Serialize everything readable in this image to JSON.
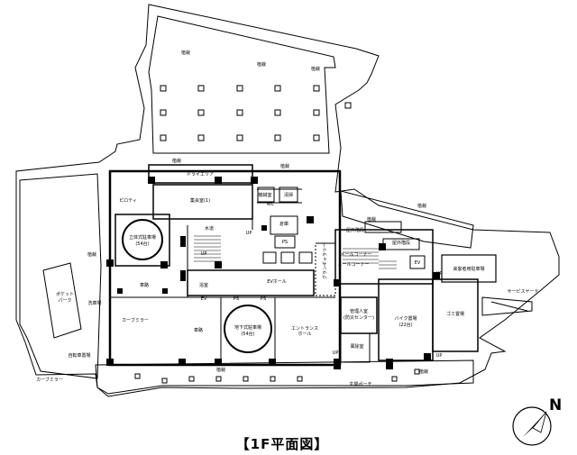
{
  "title": "【1F平面図】",
  "compass": {
    "letter": "N"
  },
  "labels": {
    "planting_top_left": "植栽",
    "planting_top_mid": "植栽",
    "planting_top_right": "植栽",
    "planting_upper_left": "植栽",
    "planting_upper_mid": "植栽",
    "planting_east": "植栽",
    "planting_east2": "植栽",
    "planting_west": "植栽",
    "planting_bottom": "植栽",
    "planting_bottom_right": "植栽",
    "dry_area": "ドライエリア",
    "meeting_room": "集会室(1)",
    "piloti": "ピロティ",
    "parking_tower": "立体式駐車場",
    "parking_tower_count": "(54台)",
    "pocket_park": "ポケット",
    "pocket_park2": "パーク",
    "car_wash": "洗車場",
    "driveway_left": "車路",
    "driveway_mid": "車路",
    "curve_mirror": "カーブミラー",
    "curve_mirror_bottom": "カーブミラー",
    "underground_parking": "地下式駐車場",
    "underground_count": "(54台)",
    "bicycle_spot": "自転車置場",
    "ev_hall": "EVホール",
    "ps1": "PS",
    "ps2": "PS",
    "ps3": "PS",
    "ev_small": "EV",
    "ev_right": "EV",
    "warehouse": "倉庫",
    "wc": "WC",
    "entrance_hall": "エントランス",
    "entrance_hall2": "ホール",
    "management": "管理人室",
    "management2": "(防災センター)",
    "bike_parking": "バイク置場",
    "bike_count": "(22台)",
    "garbage": "ゴミ置場",
    "windbreak": "風除室",
    "entrance_porch": "玄関ポーチ",
    "service_yard": "サービスヤード",
    "outdoor_stairs": "屋外階段",
    "outdoor_stairs2": "屋外階段",
    "mail_corner": "メールコーナー",
    "mail_corner2": "メールコーナー",
    "gallery": "グランギャラリー",
    "visitor_parking": "来客者用駐車場",
    "up1": "UP",
    "up2": "UP",
    "up3": "UP",
    "up4": "UP",
    "up5": "UP",
    "pool_room": "機械室",
    "trash_small": "清掃",
    "water_room": "水道",
    "shower": "浴室"
  }
}
